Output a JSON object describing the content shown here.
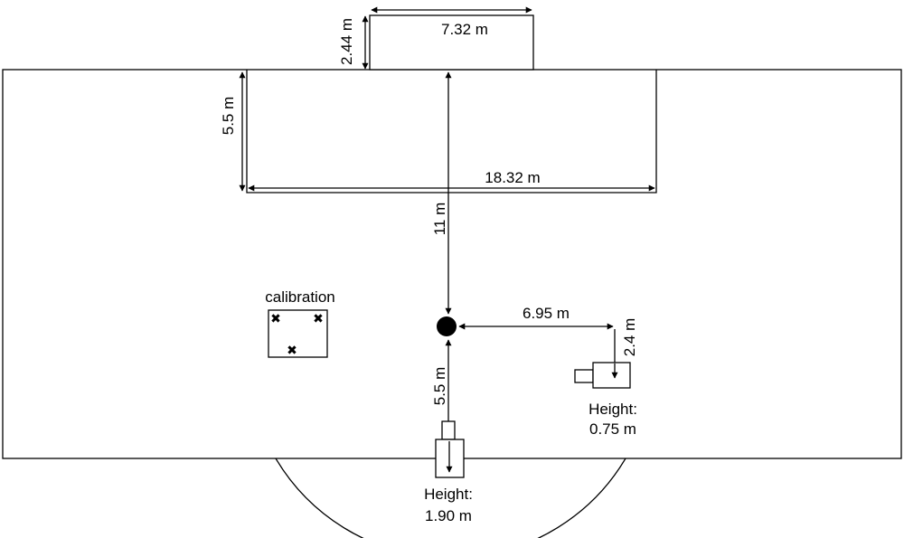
{
  "dimensions": {
    "goal_width": "7.32 m",
    "goal_height": "2.44 m",
    "box_depth": "5.5 m",
    "box_width": "18.32 m",
    "penalty_distance": "11 m",
    "camera_front_distance": "5.5 m",
    "camera_side_distance": "6.95 m",
    "camera_side_offset": "2.4 m"
  },
  "labels": {
    "calibration": "calibration",
    "front_camera_height_line1": "Height:",
    "front_camera_height_line2": "1.90 m",
    "side_camera_height_line1": "Height:",
    "side_camera_height_line2": "0.75 m"
  }
}
